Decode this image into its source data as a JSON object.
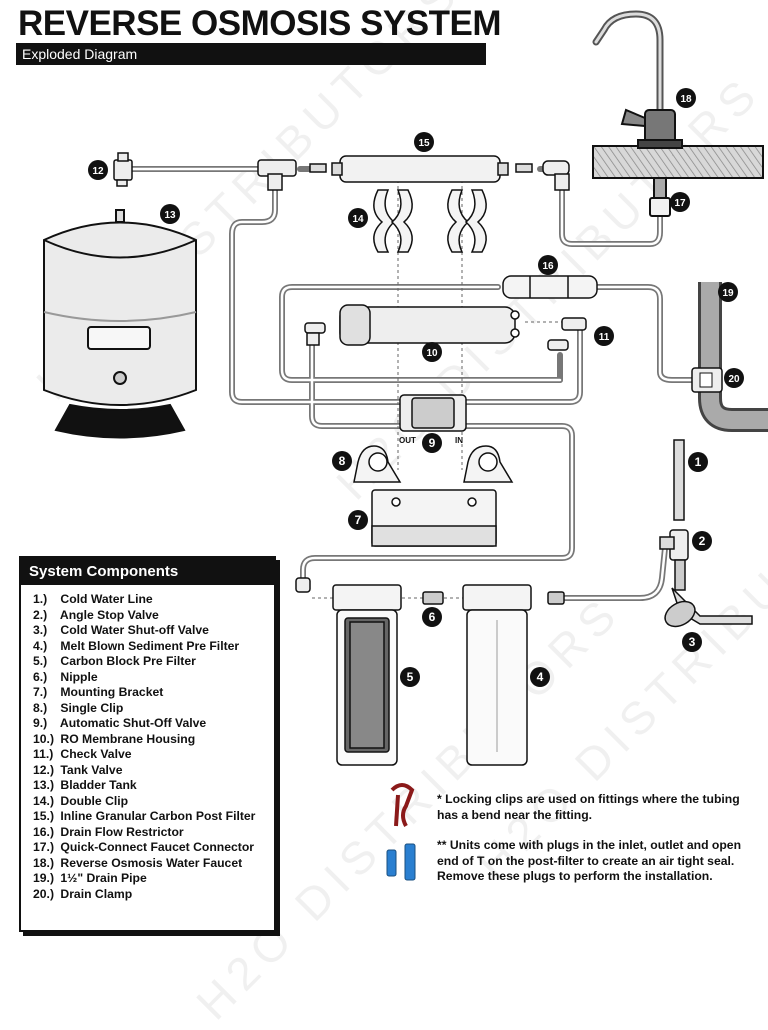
{
  "header": {
    "title": "REVERSE OSMOSIS SYSTEM",
    "subtitle": "Exploded Diagram"
  },
  "diagram": {
    "port_labels": {
      "out": "OUT",
      "in": "IN"
    },
    "watermark": "H2O DISTRIBUTORS",
    "callouts": [
      "1",
      "2",
      "3",
      "4",
      "5",
      "6",
      "7",
      "8",
      "9",
      "10",
      "11",
      "12",
      "13",
      "14",
      "15",
      "16",
      "17",
      "18",
      "19",
      "20"
    ]
  },
  "legend": {
    "title": "System Components",
    "items": [
      {
        "num": "1.)",
        "label": "Cold Water Line"
      },
      {
        "num": "2.)",
        "label": "Angle Stop Valve"
      },
      {
        "num": "3.)",
        "label": "Cold Water Shut-off Valve"
      },
      {
        "num": "4.)",
        "label": "Melt Blown Sediment Pre Filter"
      },
      {
        "num": "5.)",
        "label": "Carbon Block Pre Filter"
      },
      {
        "num": "6.)",
        "label": "Nipple"
      },
      {
        "num": "7.)",
        "label": "Mounting Bracket"
      },
      {
        "num": "8.)",
        "label": "Single Clip"
      },
      {
        "num": "9.)",
        "label": "Automatic Shut-Off Valve"
      },
      {
        "num": "10.)",
        "label": "RO Membrane Housing"
      },
      {
        "num": "11.)",
        "label": "Check Valve"
      },
      {
        "num": "12.)",
        "label": "Tank Valve"
      },
      {
        "num": "13.)",
        "label": "Bladder Tank"
      },
      {
        "num": "14.)",
        "label": "Double Clip"
      },
      {
        "num": "15.)",
        "label": "Inline Granular Carbon Post Filter"
      },
      {
        "num": "16.)",
        "label": "Drain Flow Restrictor"
      },
      {
        "num": "17.)",
        "label": "Quick-Connect Faucet Connector"
      },
      {
        "num": "18.)",
        "label": "Reverse Osmosis Water Faucet"
      },
      {
        "num": "19.)",
        "label": "1½\" Drain Pipe"
      },
      {
        "num": "20.)",
        "label": "Drain Clamp"
      }
    ]
  },
  "notes": {
    "locking_clips": "* Locking clips are used on fittings where the tubing has a bend near the fitting.",
    "plugs": "** Units come with plugs in the inlet, outlet and open end of T on the post-filter to create an air tight seal. Remove these plugs to perform the installation."
  },
  "colors": {
    "ink": "#111111",
    "tube": "#888888",
    "part_fill": "#f2f2f2",
    "clip_red": "#8b1a1a",
    "plug_blue": "#2a7fd0"
  }
}
